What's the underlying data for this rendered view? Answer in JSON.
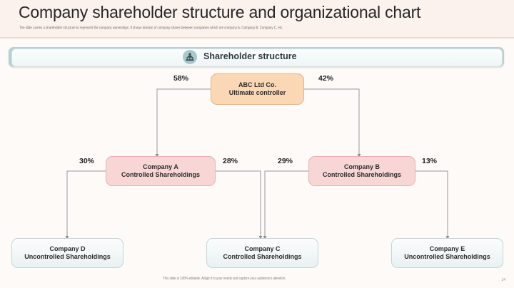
{
  "slide": {
    "title": "Company shareholder structure and organizational chart",
    "subtitle": "The slide carries a shareholder structure to represent the company ownerships. It shows division of company shares between companies which are company A, Company B, Company C, etc.",
    "footer_note": "This slide is 100% editable. Adapt it to your needs and capture your audience's attention.",
    "page_number": "14"
  },
  "banner": {
    "label": "Shareholder structure",
    "icon": "people-group-icon",
    "accent_color": "#b9cfd1"
  },
  "chart_data": {
    "type": "diagram",
    "title": "Shareholder structure",
    "nodes": [
      {
        "id": "abc",
        "line1": "ABC Ltd Co.",
        "line2": "Ultimate controller",
        "level": 0,
        "color": "#fbd7b5"
      },
      {
        "id": "compA",
        "line1": "Company A",
        "line2": "Controlled Shareholdings",
        "level": 1,
        "color": "#f9d6d6"
      },
      {
        "id": "compB",
        "line1": "Company B",
        "line2": "Controlled Shareholdings",
        "level": 1,
        "color": "#f9d6d6"
      },
      {
        "id": "compD",
        "line1": "Company D",
        "line2": "Uncontrolled Shareholdings",
        "level": 2,
        "color": "#eef4f5"
      },
      {
        "id": "compC",
        "line1": "Company C",
        "line2": "Controlled Shareholdings",
        "level": 2,
        "color": "#eef4f5"
      },
      {
        "id": "compE",
        "line1": "Company E",
        "line2": "Uncontrolled Shareholdings",
        "level": 2,
        "color": "#eef4f5"
      }
    ],
    "edges": [
      {
        "from": "abc",
        "to": "compA",
        "label": "58%"
      },
      {
        "from": "abc",
        "to": "compB",
        "label": "42%"
      },
      {
        "from": "compA",
        "to": "compD",
        "label": "30%"
      },
      {
        "from": "compA",
        "to": "compC",
        "label": "28%"
      },
      {
        "from": "compB",
        "to": "compC",
        "label": "29%"
      },
      {
        "from": "compB",
        "to": "compE",
        "label": "13%"
      }
    ],
    "percent_labels": {
      "abc_to_a": "58%",
      "abc_to_b": "42%",
      "a_to_d": "30%",
      "a_to_c": "28%",
      "b_to_c": "29%",
      "b_to_e": "13%"
    }
  }
}
